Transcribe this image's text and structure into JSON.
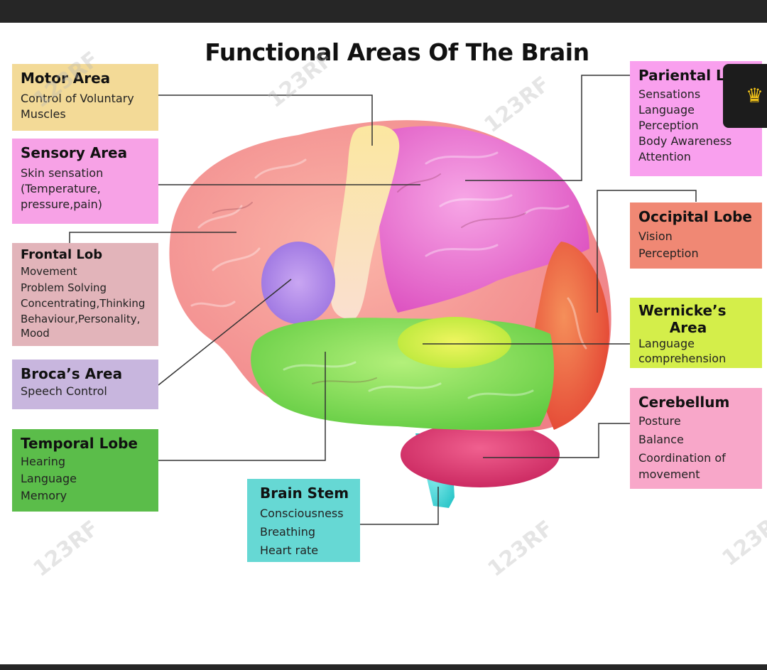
{
  "title": "Functional Areas Of The Brain",
  "watermark": "123RF",
  "areas": {
    "motor": {
      "heading": "Motor Area",
      "lines": [
        "Control of Voluntary",
        "Muscles"
      ],
      "color": "#f3da97"
    },
    "sensory": {
      "heading": "Sensory Area",
      "lines": [
        "Skin sensation",
        "(Temperature,",
        "pressure,pain)"
      ],
      "color": "#f7a2e6"
    },
    "frontal": {
      "heading": "Frontal Lob",
      "lines": [
        "Movement",
        "Problem Solving",
        "Concentrating,Thinking",
        "Behaviour,Personality,",
        "Mood"
      ],
      "color": "#e2b4ba"
    },
    "broca": {
      "heading": "Broca’s Area",
      "lines": [
        "Speech Control"
      ],
      "color": "#c8b6de"
    },
    "temporal": {
      "heading": "Temporal Lobe",
      "lines": [
        "Hearing",
        "Language",
        "Memory"
      ],
      "color": "#5bbd4a"
    },
    "brainstem": {
      "heading": "Brain Stem",
      "lines": [
        "Consciousness",
        "Breathing",
        "Heart rate"
      ],
      "color": "#66d8d4"
    },
    "pariental": {
      "heading": "Pariental Lobe",
      "lines": [
        "Sensations",
        "Language",
        "Perception",
        "Body Awareness",
        "Attention"
      ],
      "color": "#f9a0ee"
    },
    "occipital": {
      "heading": "Occipital Lobe",
      "lines": [
        "Vision",
        "Perception"
      ],
      "color": "#f08874"
    },
    "wernicke": {
      "heading": "Wernicke’s",
      "heading2": "Area",
      "lines": [
        "Language",
        "comprehension"
      ],
      "color": "#d4ee4a"
    },
    "cerebellum": {
      "heading": "Cerebellum",
      "lines": [
        "Posture",
        "Balance",
        "Coordination of",
        "movement"
      ],
      "color": "#f8a7c9"
    }
  }
}
